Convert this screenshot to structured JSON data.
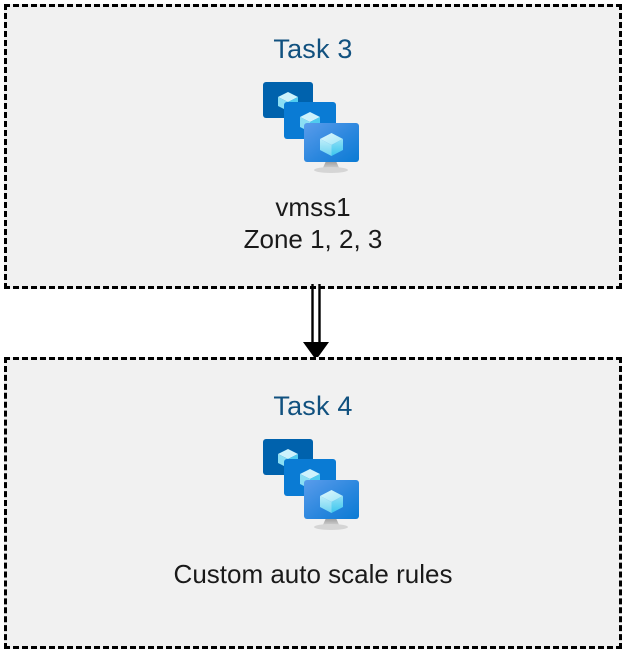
{
  "diagram": {
    "type": "flow",
    "title": "",
    "background_color": "#ffffff",
    "box_fill_color": "#f1f1f1",
    "box_border_color": "#000000",
    "title_color": "#11517f",
    "caption_color": "#1a1a1a",
    "nodes": [
      {
        "id": "task3",
        "title": "Task 3",
        "icon": "azure-vm-scale-set-icon",
        "captions": [
          "vmss1",
          "Zone 1, 2, 3"
        ]
      },
      {
        "id": "task4",
        "title": "Task 4",
        "icon": "azure-vm-scale-set-icon",
        "captions": [
          "Custom auto scale rules"
        ]
      }
    ],
    "connectors": [
      {
        "id": "task3-to-task4",
        "from": "task3",
        "to": "task4",
        "style": "double-line",
        "arrowhead": "solid-triangle",
        "direction": "down",
        "color": "#000000"
      }
    ]
  },
  "icon_palette": {
    "monitor_back": "#0062ad",
    "monitor_middle": "#0a7bd4",
    "monitor_front_light": "#5196e8",
    "monitor_front_dark": "#0a7bd4",
    "cube_light": "#c3f0fb",
    "cube_mid": "#7fdcf4",
    "cube_dark": "#3fc8ef",
    "stand_gray": "#b3b3b3"
  }
}
